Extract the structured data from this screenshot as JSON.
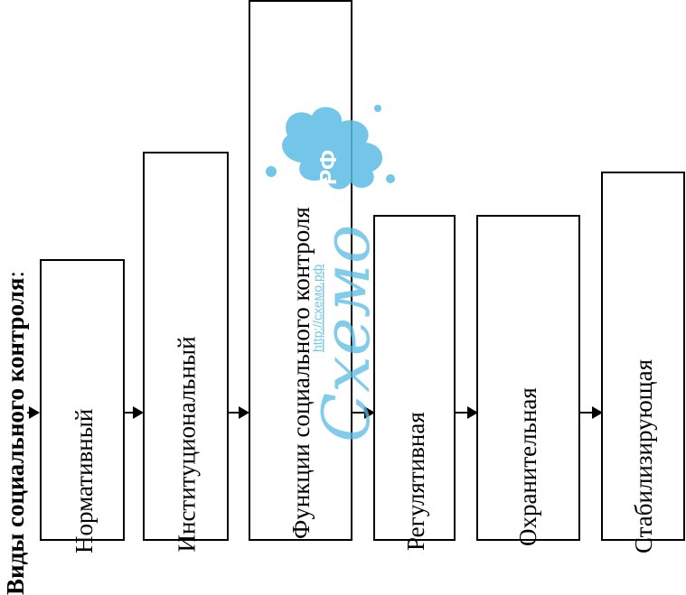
{
  "title": {
    "text": "Виды социального контроля",
    "suffix": ":"
  },
  "boxes": [
    {
      "label": "Нормативный"
    },
    {
      "label": "Институциональный"
    },
    {
      "label": "Функции социального контроля"
    },
    {
      "label": "Регулятивная"
    },
    {
      "label": "Охранительная"
    },
    {
      "label": "Стабилизирующая"
    }
  ],
  "watermark": {
    "brand": "Схемо",
    "suffix": "РФ",
    "url": "http://схемо.рф",
    "color": "#5bbde4"
  }
}
